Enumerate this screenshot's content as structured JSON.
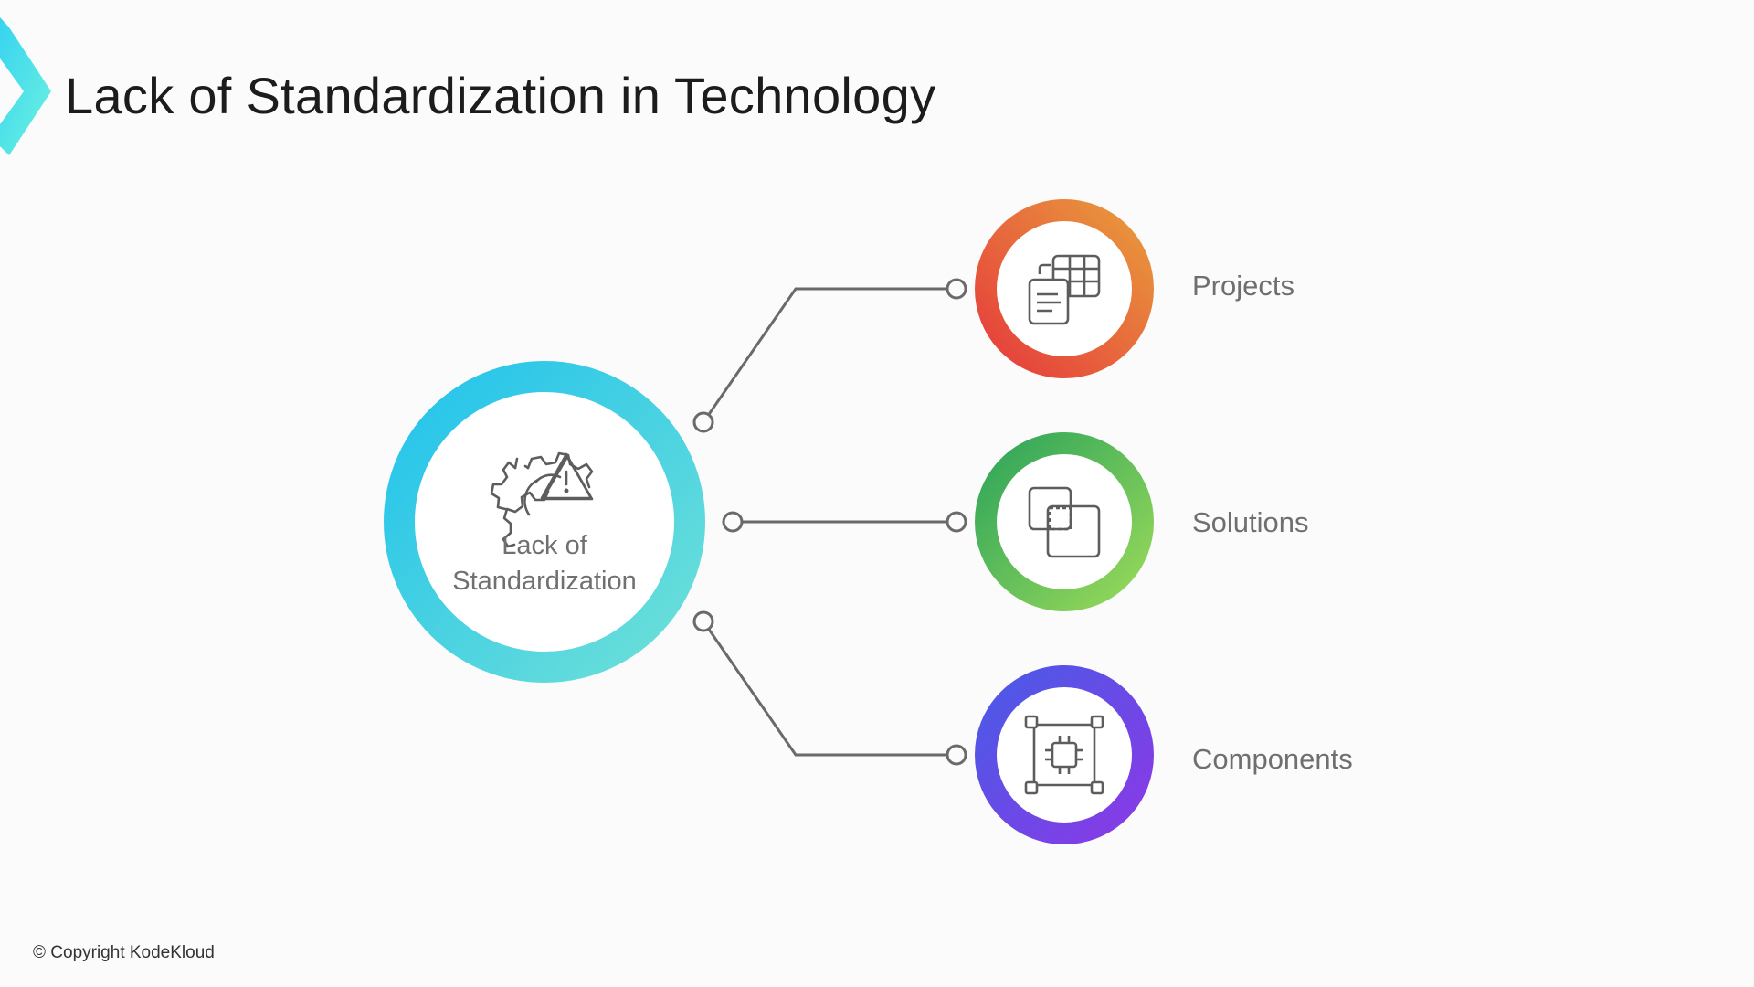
{
  "title": "Lack of Standardization in Technology",
  "center": {
    "label": "Lack of Standardization",
    "icon": "gear-warning-icon"
  },
  "branches": [
    {
      "label": "Projects",
      "icon": "documents-table-icon",
      "colors": [
        "#e63c3c",
        "#e89a3c"
      ]
    },
    {
      "label": "Solutions",
      "icon": "overlapping-squares-icon",
      "colors": [
        "#2fa55a",
        "#98d95a"
      ]
    },
    {
      "label": "Components",
      "icon": "cpu-chip-icon",
      "colors": [
        "#4a5ae6",
        "#8a3ae6"
      ]
    }
  ],
  "center_colors": [
    "#22c3ec",
    "#6ee0d8"
  ],
  "brand_accent": "#3fe6d8",
  "copyright": "© Copyright KodeKloud"
}
